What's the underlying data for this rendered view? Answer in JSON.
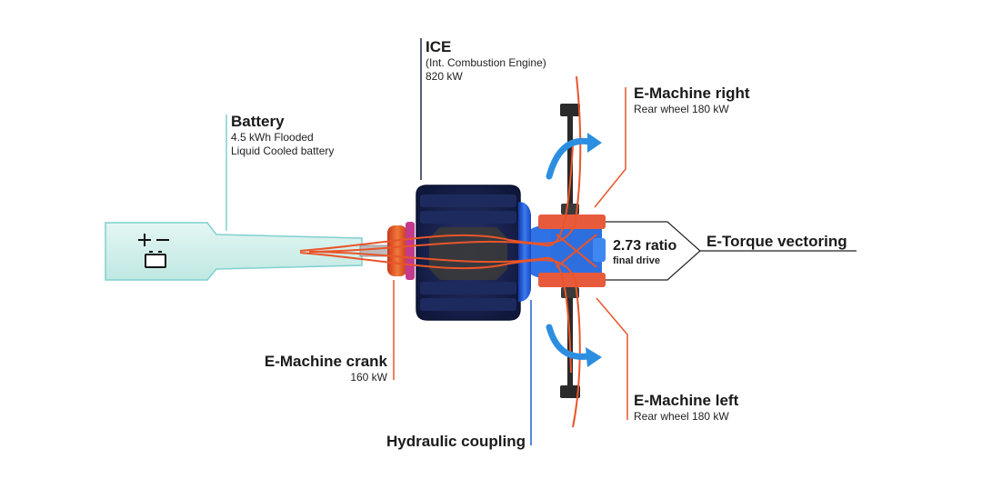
{
  "colors": {
    "battery_fill": "#cdeee8",
    "battery_line": "#7fd0cf",
    "ice_line": "#1f2d4a",
    "ice_body": "#1a2550",
    "accent_orange": "#e9552a",
    "hydraulic_blue": "#1f5fd0",
    "arrow_blue": "#2c8ee0",
    "label_line_dark": "#222222"
  },
  "labels": {
    "battery": {
      "title": "Battery",
      "line1": "4.5 kWh Flooded",
      "line2": "Liquid Cooled battery"
    },
    "ice": {
      "title": "ICE",
      "line1": "(Int. Combustion Engine)",
      "line2": "820 kW"
    },
    "emachine_right": {
      "title": "E-Machine right",
      "sub": "Rear wheel 180 kW"
    },
    "emachine_left": {
      "title": "E-Machine left",
      "sub": "Rear wheel 180 kW"
    },
    "emachine_crank": {
      "title": "E-Machine crank",
      "sub": "160 kW"
    },
    "hydraulic": {
      "title": "Hydraulic coupling"
    },
    "ratio": {
      "value": "2.73 ratio",
      "sub": "final drive"
    },
    "torque": {
      "title": "E-Torque vectoring"
    }
  },
  "icons": {
    "battery_symbol": "battery-icon"
  }
}
